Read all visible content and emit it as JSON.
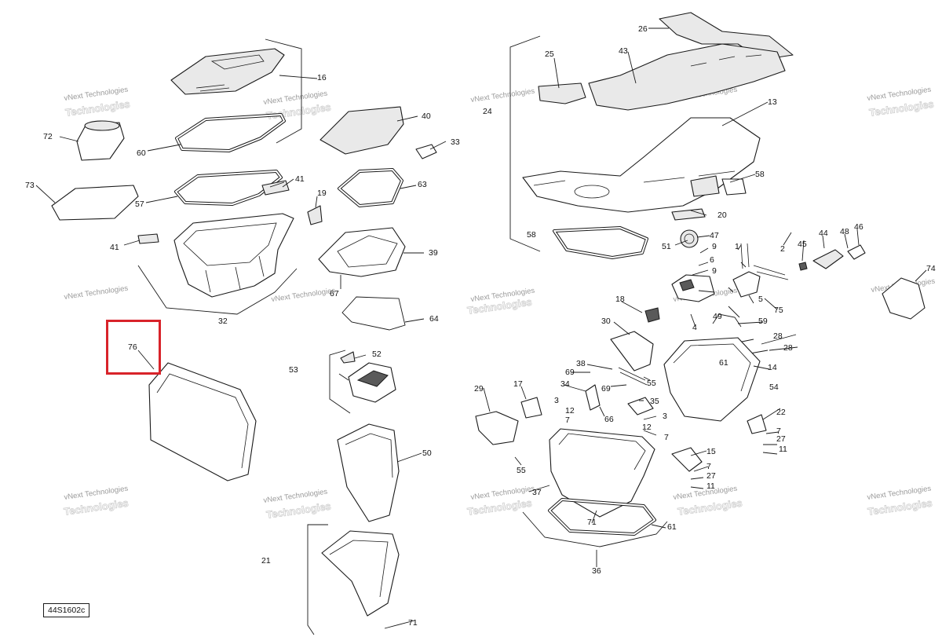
{
  "drawing_code": "44S1602c",
  "watermark": {
    "line1": "vNext Technologies",
    "line2": "Technologies"
  },
  "callouts": {
    "c2": "2",
    "c3a": "3",
    "c3b": "3",
    "c4": "4",
    "c5": "5",
    "c6": "6",
    "c7a": "7",
    "c7b": "7",
    "c7c": "7",
    "c7d": "7",
    "c9a": "9",
    "c9b": "9",
    "c11a": "11",
    "c11b": "11",
    "c12a": "12",
    "c12b": "12",
    "c13": "13",
    "c14": "14",
    "c15": "15",
    "c16": "16",
    "c17": "17",
    "c18": "18",
    "c19": "19",
    "c20": "20",
    "c21": "21",
    "c22": "22",
    "c24": "24",
    "c25": "25",
    "c26": "26",
    "c27": "27",
    "c28a": "28",
    "c28b": "28",
    "c29": "29",
    "c30": "30",
    "c32": "32",
    "c33": "33",
    "c34": "34",
    "c35": "35",
    "c36": "36",
    "c37": "37",
    "c38": "38",
    "c39": "39",
    "c40": "40",
    "c41a": "41",
    "c41b": "41",
    "c43": "43",
    "c44": "44",
    "c45": "45",
    "c46": "46",
    "c47": "47",
    "c48": "48",
    "c49": "49",
    "c50": "50",
    "c51": "51",
    "c52": "52",
    "c53": "53",
    "c54": "54",
    "c55a": "55",
    "c55b": "55",
    "c57": "57",
    "c58a": "58",
    "c58b": "58",
    "c59": "59",
    "c60": "60",
    "c61a": "61",
    "c61b": "61",
    "c63": "63",
    "c64": "64",
    "c66": "66",
    "c67": "67",
    "c69a": "69",
    "c69b": "69",
    "c71a": "71",
    "c71b": "71",
    "c72": "72",
    "c73": "73",
    "c74": "74",
    "c75": "75",
    "c76": "76"
  },
  "colors": {
    "highlight": "#d8232a",
    "line": "#1a1a1a",
    "watermark": "#9a9a9a"
  }
}
